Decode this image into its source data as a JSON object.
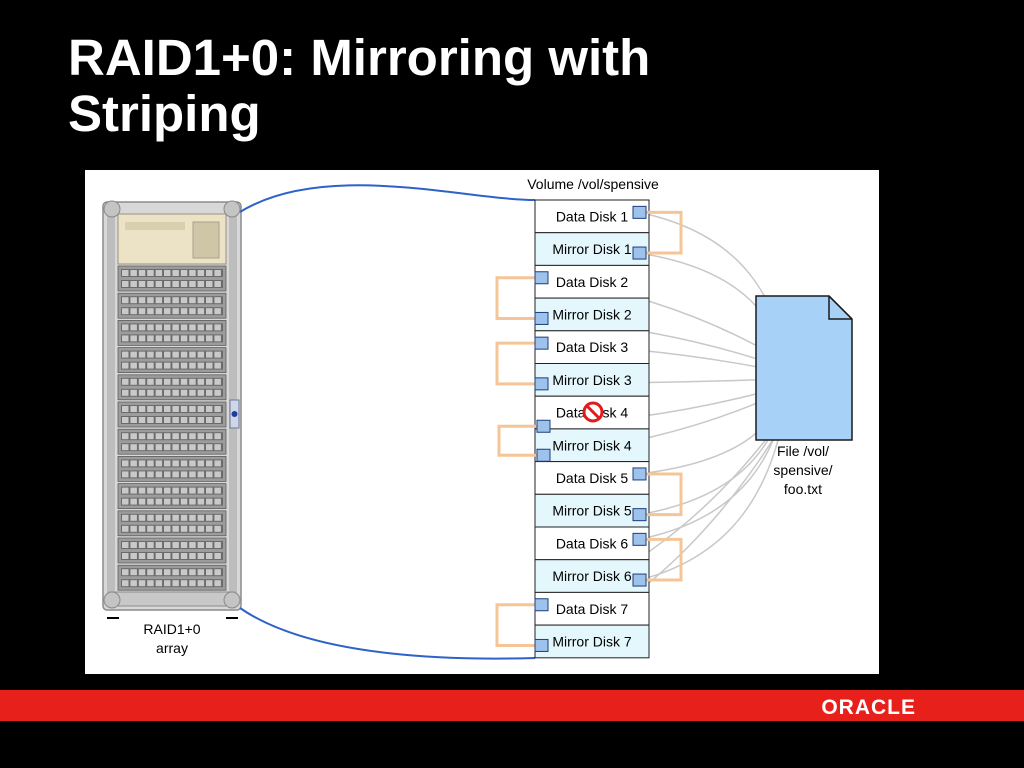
{
  "slide": {
    "title_line1": "RAID1+0: Mirroring with",
    "title_line2": "Striping",
    "logo_text": "ORACLE"
  },
  "diagram": {
    "volume_label": "Volume /vol/spensive",
    "disks": [
      {
        "label": "Data Disk 1",
        "kind": "data"
      },
      {
        "label": "Mirror Disk 1",
        "kind": "mirror"
      },
      {
        "label": "Data Disk 2",
        "kind": "data"
      },
      {
        "label": "Mirror Disk 2",
        "kind": "mirror"
      },
      {
        "label": "Data Disk 3",
        "kind": "data"
      },
      {
        "label": "Mirror Disk 3",
        "kind": "mirror"
      },
      {
        "label": "Data Disk 4",
        "kind": "data",
        "failed": true
      },
      {
        "label": "Mirror Disk 4",
        "kind": "mirror"
      },
      {
        "label": "Data Disk 5",
        "kind": "data"
      },
      {
        "label": "Mirror Disk 5",
        "kind": "mirror"
      },
      {
        "label": "Data Disk 6",
        "kind": "data"
      },
      {
        "label": "Mirror Disk 6",
        "kind": "mirror"
      },
      {
        "label": "Data Disk 7",
        "kind": "data"
      },
      {
        "label": "Mirror Disk 7",
        "kind": "mirror"
      }
    ],
    "file_label_lines": [
      "File /vol/",
      "spensive/",
      "foo.txt"
    ],
    "array_label_lines": [
      "RAID1+0",
      "array"
    ],
    "colors": {
      "mirror_fill": "#e4f7fd",
      "file_fill": "#a8d1f8",
      "bracket": "#f5c597",
      "volume_link": "#2d63c8",
      "block_fill": "#9dc2ec",
      "file_link": "#c8c8c8",
      "fail_icon": "#e01b1b",
      "footer_bar": "#e8201c"
    }
  }
}
